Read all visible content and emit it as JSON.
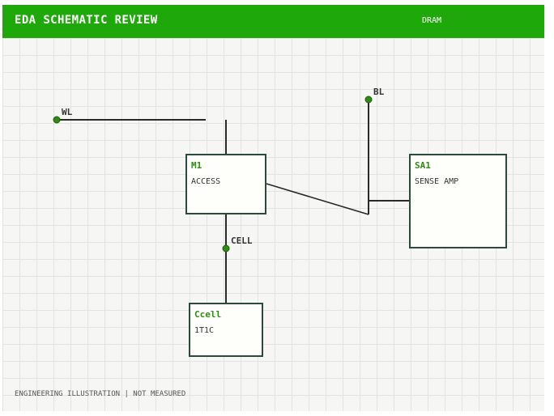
{
  "header": {
    "title": "EDA SCHEMATIC REVIEW",
    "badge": "DRAM"
  },
  "colors": {
    "header_bg": "#1fa80a",
    "wire": "#2a2a2a",
    "block_border": "#2c4a39",
    "node_dot": "#2e8b14",
    "block_name": "#2e8b14"
  },
  "blocks": {
    "m1": {
      "name": "M1",
      "desc": "ACCESS"
    },
    "sa1": {
      "name": "SA1",
      "desc": "SENSE AMP"
    },
    "ccell": {
      "name": "Ccell",
      "desc": "1T1C"
    }
  },
  "nets": {
    "wl": "WL",
    "bl": "BL",
    "cell": "CELL"
  },
  "footer": {
    "note": "ENGINEERING ILLUSTRATION | NOT MEASURED"
  }
}
